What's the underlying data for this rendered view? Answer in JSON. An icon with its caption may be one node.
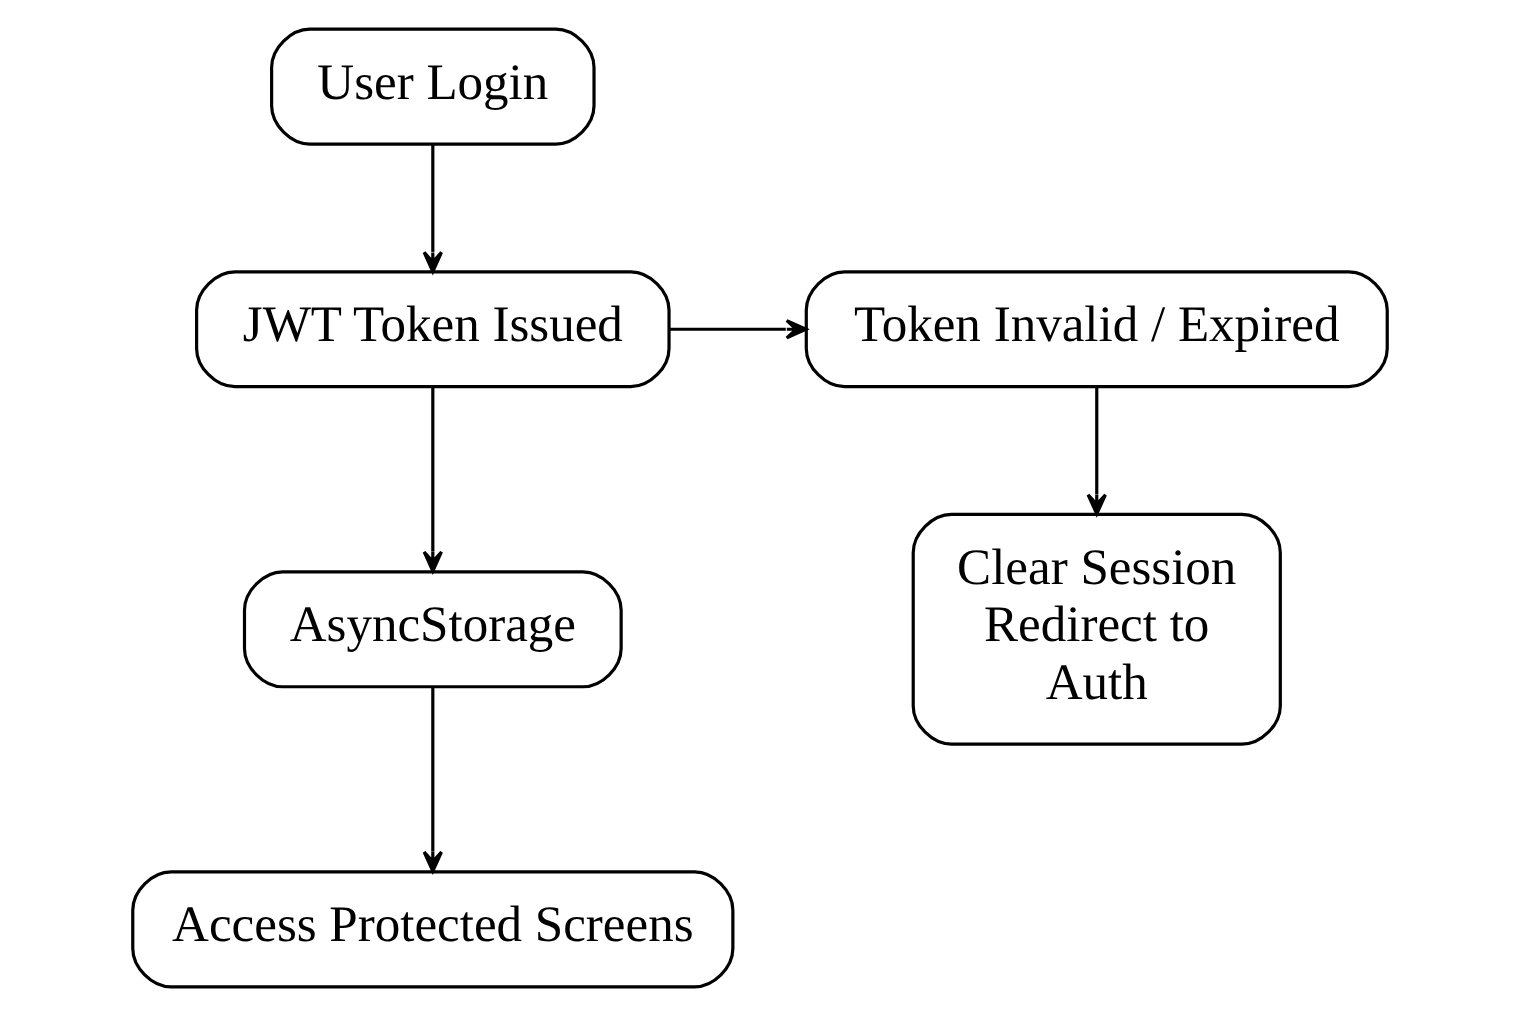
{
  "diagram": {
    "nodes": [
      {
        "text": [
          "User Login"
        ]
      },
      {
        "text": [
          "JWT Token Issued"
        ]
      },
      {
        "text": [
          "Token Invalid / Expired"
        ]
      },
      {
        "text": [
          "AsyncStorage"
        ]
      },
      {
        "text": [
          "Clear Session Redirect to Auth"
        ]
      },
      {
        "text": [
          "Access Protected Screens"
        ]
      }
    ],
    "edges": [
      {
        "from": 0,
        "to": 1,
        "arrow": "to"
      },
      {
        "from": 1,
        "to": 2,
        "arrow": "to"
      },
      {
        "from": 1,
        "to": 3,
        "arrow": "to"
      },
      {
        "from": 2,
        "to": 4,
        "arrow": "to"
      },
      {
        "from": 3,
        "to": 5,
        "arrow": "to"
      }
    ]
  }
}
